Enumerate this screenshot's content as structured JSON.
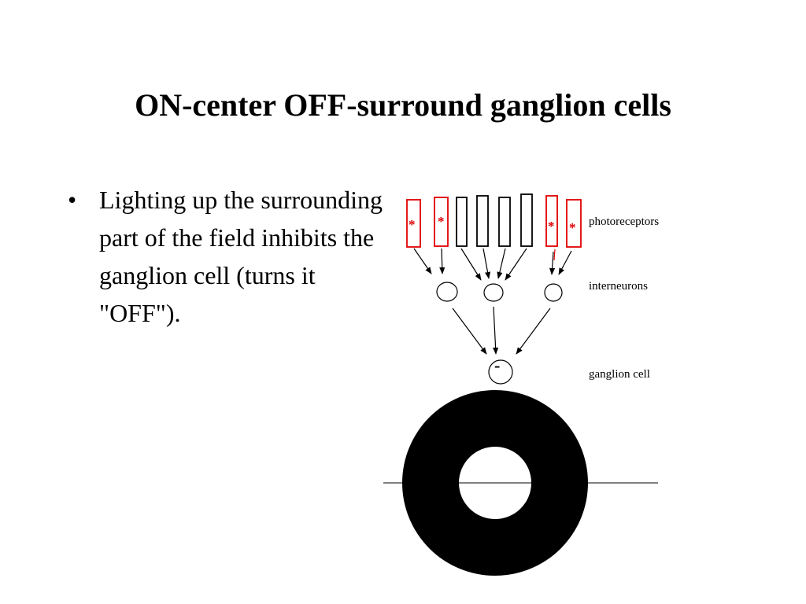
{
  "slide": {
    "title": "ON-center OFF-surround ganglion cells",
    "bullet_marker": "•",
    "bullet_text": "Lighting up the surrounding part of the field inhibits the ganglion cell (turns it \"OFF\")."
  },
  "diagram": {
    "labels": {
      "photoreceptors": "photoreceptors",
      "interneurons": "interneurons",
      "ganglion": "ganglion cell"
    },
    "ganglion_sign": "-",
    "star_symbol": "*",
    "photoreceptors": [
      {
        "lit": true
      },
      {
        "lit": true
      },
      {
        "lit": false
      },
      {
        "lit": false
      },
      {
        "lit": false
      },
      {
        "lit": false
      },
      {
        "lit": true
      },
      {
        "lit": true
      }
    ],
    "colors": {
      "lit": "#e00000",
      "unlit": "#000000",
      "receptive_field": "#000000"
    }
  }
}
